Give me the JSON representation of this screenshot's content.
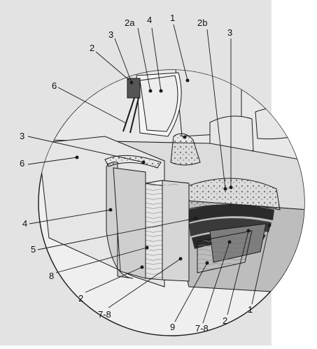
{
  "callouts": {
    "c_2a": "2a",
    "c_4_top": "4",
    "c_1_top": "1",
    "c_2b": "2b",
    "c_3_right": "3",
    "c_3_top": "3",
    "c_2_left": "2",
    "c_6_upper": "6",
    "c_3_left": "3",
    "c_6_lower": "6",
    "c_4_left": "4",
    "c_5": "5",
    "c_8": "8",
    "c_2_bottom": "2",
    "c_78_left": "7-8",
    "c_9": "9",
    "c_78_right": "7-8",
    "c_2_right": "2",
    "c_1_right": "1"
  },
  "colors": {
    "background_panel": "#e3e3e3",
    "circle_fill": "#ececec",
    "outline": "#1a1a1a",
    "dark_fill": "#2b2b2b",
    "mid_fill": "#9a9a9a"
  }
}
